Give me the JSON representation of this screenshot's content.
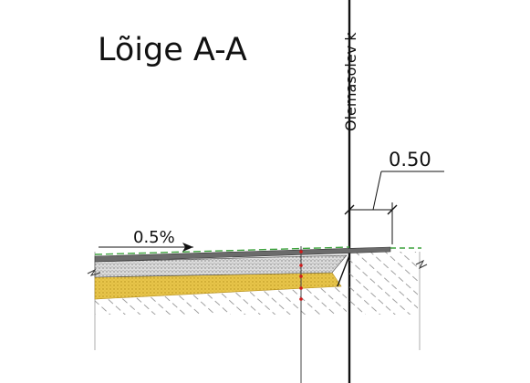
{
  "section_title": "Lõige A-A",
  "boundary_label": "Olemasolev k",
  "dimension_label": "0.50",
  "slope_label": "0.5%",
  "colors": {
    "line": "#111111",
    "green_edge": "#3ca23c",
    "sand": "#e8c54a",
    "gravel": "#d9d9d9",
    "asphalt": "#6b6b6b",
    "marker": "#d11a1a"
  }
}
